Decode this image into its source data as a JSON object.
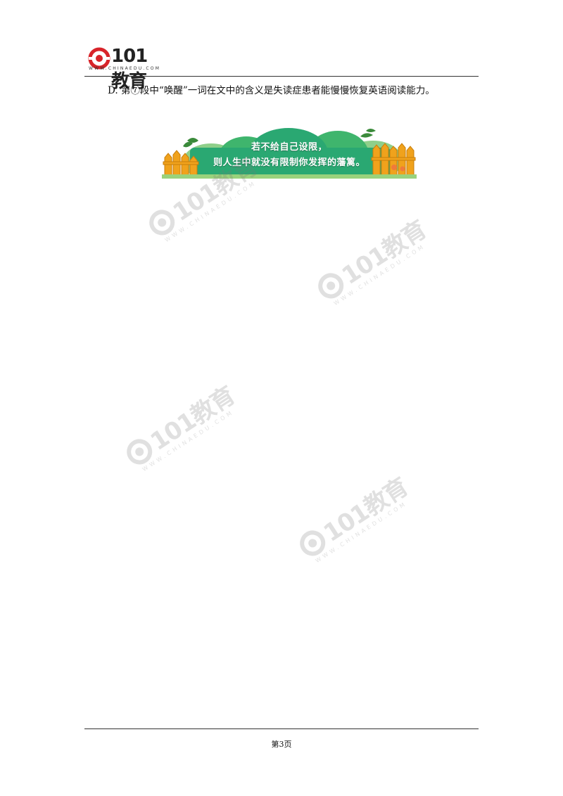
{
  "header": {
    "logo_text": "101教育",
    "logo_url": "WWW.CHINAEDU.COM"
  },
  "content": {
    "option_d": "D.  第⑦段中“唤醒”一词在文中的含义是失读症患者能慢慢恢复英语阅读能力。"
  },
  "banner": {
    "line1": "若不给自己设限，",
    "line2": "则人生中就没有限制你发挥的藩篱。"
  },
  "watermark": {
    "text": "101教育",
    "url": "WWW.CHINAEDU.COM"
  },
  "footer": {
    "page_label": "第3页"
  },
  "colors": {
    "logo_red": "#d8242a",
    "banner_green": "#2aa872",
    "fence_orange": "#f0a21c"
  }
}
